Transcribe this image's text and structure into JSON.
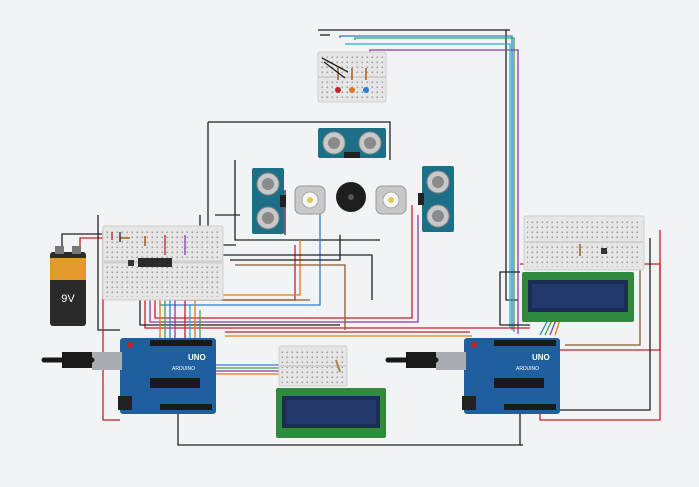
{
  "battery": {
    "label": "9V"
  },
  "arduino_left": {
    "model": "UNO",
    "brand": "ARDUINO"
  },
  "arduino_right": {
    "model": "UNO",
    "brand": "ARDUINO"
  },
  "components": [
    {
      "name": "ultrasonic-sensor-top",
      "kind": "ultrasonic"
    },
    {
      "name": "ultrasonic-sensor-left",
      "kind": "ultrasonic"
    },
    {
      "name": "ultrasonic-sensor-right",
      "kind": "ultrasonic"
    },
    {
      "name": "dc-motor-left",
      "kind": "motor"
    },
    {
      "name": "dc-motor-right",
      "kind": "motor"
    },
    {
      "name": "piezo-buzzer",
      "kind": "buzzer"
    },
    {
      "name": "lcd-display-bottom",
      "kind": "lcd-16x2"
    },
    {
      "name": "lcd-display-right",
      "kind": "lcd-16x2"
    },
    {
      "name": "breadboard-top",
      "kind": "breadboard"
    },
    {
      "name": "breadboard-left",
      "kind": "breadboard"
    },
    {
      "name": "breadboard-bottom",
      "kind": "breadboard"
    },
    {
      "name": "breadboard-right",
      "kind": "breadboard"
    }
  ],
  "colors": {
    "background": "#f2f3f5",
    "arduino": "#1f5f9e",
    "sensor": "#1c6f86",
    "lcd_frame": "#2e8b3e",
    "lcd_screen": "#1a2d55",
    "wire_black": "#222222",
    "wire_red": "#c8202a",
    "wire_orange": "#e07b1a",
    "wire_green": "#3aa34a",
    "wire_blue": "#2a7fd0",
    "wire_purple": "#8a3aa8",
    "wire_brown": "#8b5a2b",
    "wire_cyan": "#29b0c8"
  }
}
